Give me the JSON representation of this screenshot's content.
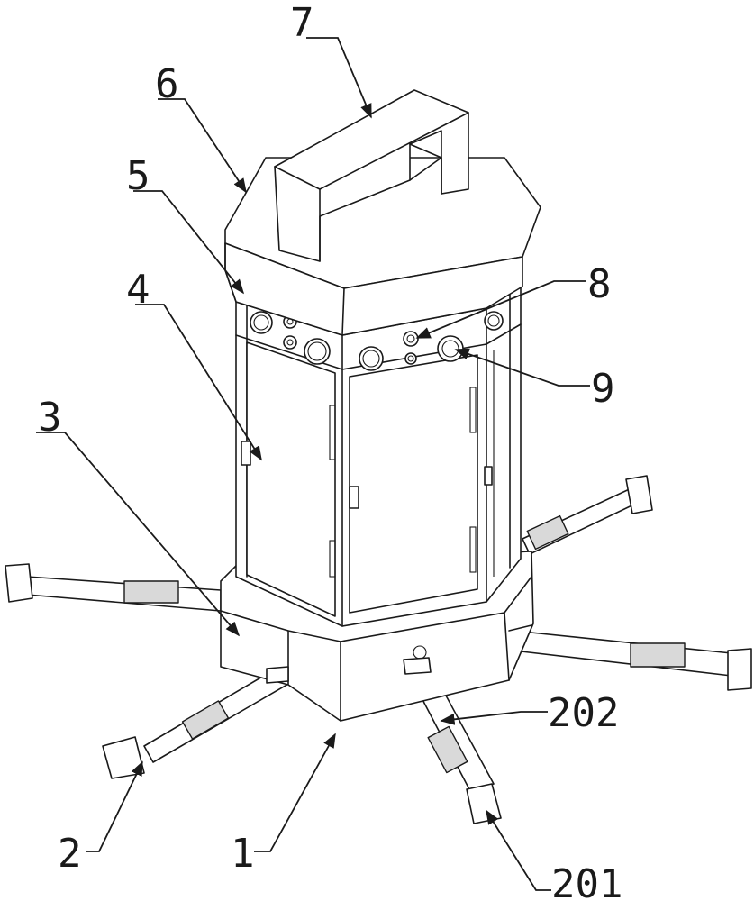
{
  "diagram": {
    "labels": {
      "l1": "1",
      "l2": "2",
      "l201": "201",
      "l202": "202",
      "l3": "3",
      "l4": "4",
      "l5": "5",
      "l6": "6",
      "l7": "7",
      "l8": "8",
      "l9": "9"
    },
    "colors": {
      "line": "#1a1a1a",
      "background": "#ffffff",
      "shade": "#d9d9d9"
    }
  }
}
